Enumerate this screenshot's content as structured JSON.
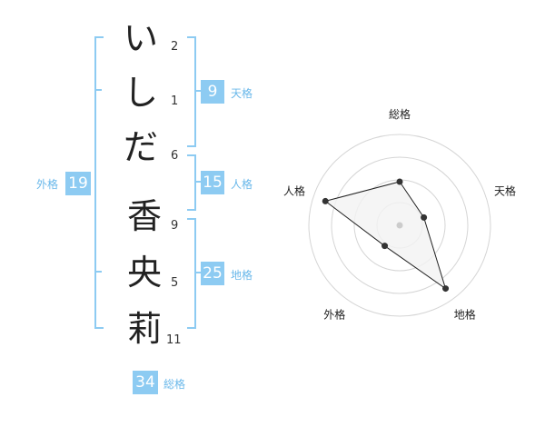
{
  "name_chars": [
    {
      "char": "い",
      "strokes": "2"
    },
    {
      "char": "し",
      "strokes": "1"
    },
    {
      "char": "だ",
      "strokes": "6"
    },
    {
      "char": "香",
      "strokes": "9"
    },
    {
      "char": "央",
      "strokes": "5"
    },
    {
      "char": "莉",
      "strokes": "11"
    }
  ],
  "grades": {
    "tenkaku": {
      "value": "9",
      "label": "天格"
    },
    "jinkaku": {
      "value": "15",
      "label": "人格"
    },
    "chikaku": {
      "value": "25",
      "label": "地格"
    },
    "gaikaku": {
      "value": "19",
      "label": "外格"
    },
    "soukaku": {
      "value": "34",
      "label": "総格"
    }
  },
  "chart_data": {
    "type": "radar",
    "axes": [
      "総格",
      "天格",
      "地格",
      "外格",
      "人格"
    ],
    "values": [
      0.48,
      0.28,
      0.86,
      0.28,
      0.86
    ],
    "max": 1.0,
    "rings": 4,
    "colors": {
      "ring": "#d5d5d5",
      "fill": "#f2f2f2",
      "line": "#222222",
      "point": "#333333",
      "center": "#cccccc"
    }
  }
}
